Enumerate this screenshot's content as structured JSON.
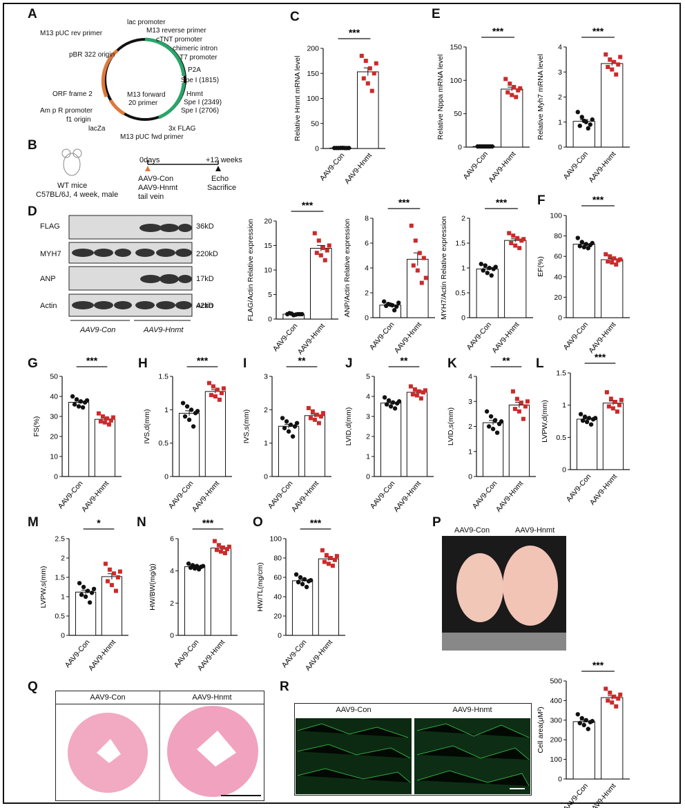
{
  "panels": {
    "A": "A",
    "B": "B",
    "C": "C",
    "D": "D",
    "E": "E",
    "F": "F",
    "G": "G",
    "H": "H",
    "I": "I",
    "J": "J",
    "K": "K",
    "L": "L",
    "M": "M",
    "N": "N",
    "O": "O",
    "P": "P",
    "Q": "Q",
    "R": "R"
  },
  "plasmid": {
    "labels": [
      "lac promoter",
      "M13 pUC rev primer",
      "M13 reverse primer",
      "cTNT promoter",
      "chimeric intron",
      "pBR 322 origin",
      "T7 promoter",
      "P2A",
      "Spe I (1815)",
      "Hnmt",
      "Spe I (2349)",
      "Spe I (2706)",
      "M13 forward",
      "20 primer",
      "ORF frame 2",
      "Am p R promoter",
      "f1 origin",
      "lacZa",
      "3x FLAG",
      "M13 pUC fwd primer"
    ]
  },
  "timeline": {
    "mouse_line1": "WT mice",
    "mouse_line2": "C57BL/6J, 4 week, male",
    "start": "0days",
    "end": "+12 weeks",
    "inj1": "AAV9-Con",
    "inj2": "AAV9-Hnmt",
    "inj3": "tail vein",
    "end1": "Echo",
    "end2": "Sacrifice"
  },
  "blot": {
    "rows": [
      {
        "name": "FLAG",
        "size": "36kD"
      },
      {
        "name": "MYH7",
        "size": "220kD"
      },
      {
        "name": "ANP",
        "size": "17kD"
      },
      {
        "name": "Actin",
        "size": "42kD"
      }
    ],
    "group1": "AAV9-Con",
    "group2": "AAV9-Hnmt"
  },
  "heart": {
    "con": "AAV9-Con",
    "hnmt": "AAV9-Hnmt"
  },
  "histo": {
    "con": "AAV9-Con",
    "hnmt": "AAV9-Hnmt"
  },
  "micro": {
    "con": "AAV9-Con",
    "hnmt": "AAV9-Hnmt"
  },
  "colors": {
    "con": "#111111",
    "hnmt": "#cc2a2a"
  },
  "chart_data": [
    {
      "id": "C",
      "type": "scatter",
      "categories": [
        "AAV9-Con",
        "AAV9-Hnmt"
      ],
      "ylabel": "Relative Hnmt mRNA level",
      "ylim": [
        0,
        200
      ],
      "ticks": [
        0,
        50,
        100,
        150,
        200
      ],
      "sig": "***",
      "series": [
        {
          "values": [
            1,
            1,
            1.2,
            0.8,
            1,
            1.1,
            0.9,
            1
          ]
        },
        {
          "values": [
            185,
            175,
            160,
            150,
            140,
            130,
            115,
            170
          ]
        }
      ]
    },
    {
      "id": "E1",
      "type": "scatter",
      "categories": [
        "AAV9-Con",
        "AAV9-Hnmt"
      ],
      "ylabel": "Relative Nppa mRNA level",
      "ylim": [
        0,
        150
      ],
      "ticks": [
        0,
        50,
        100,
        150
      ],
      "sig": "***",
      "series": [
        {
          "values": [
            1,
            1,
            1,
            1,
            1,
            1,
            1,
            1
          ]
        },
        {
          "values": [
            102,
            95,
            90,
            85,
            82,
            78,
            75,
            88
          ]
        }
      ]
    },
    {
      "id": "E2",
      "type": "scatter",
      "categories": [
        "AAV9-Con",
        "AAV9-Hnmt"
      ],
      "ylabel": "Relative Myh7 mRNA level",
      "ylim": [
        0,
        4
      ],
      "ticks": [
        0,
        1,
        2,
        3,
        4
      ],
      "sig": "***",
      "series": [
        {
          "values": [
            1.4,
            1.2,
            1.0,
            0.9,
            0.85,
            1.05,
            0.75,
            1.1
          ]
        },
        {
          "values": [
            3.7,
            3.5,
            3.4,
            3.3,
            3.2,
            3.1,
            2.9,
            3.6
          ]
        }
      ]
    },
    {
      "id": "D1",
      "type": "scatter",
      "categories": [
        "AAV9-Con",
        "AAV9-Hnmt"
      ],
      "ylabel": "FLAG/Actin Relative expression",
      "ylim": [
        0,
        20
      ],
      "ticks": [
        0,
        5,
        10,
        15,
        20
      ],
      "sig": "***",
      "series": [
        {
          "values": [
            1,
            1.1,
            0.9,
            1,
            1.2,
            0.8,
            1,
            1
          ]
        },
        {
          "values": [
            17.5,
            16,
            14.5,
            14,
            13.5,
            13,
            12,
            15
          ]
        }
      ]
    },
    {
      "id": "D2",
      "type": "scatter",
      "categories": [
        "AAV9-Con",
        "AAV9-Hnmt"
      ],
      "ylabel": "ANP/Actin Relative expression",
      "ylim": [
        0,
        8
      ],
      "ticks": [
        0,
        2,
        4,
        6,
        8
      ],
      "sig": "***",
      "series": [
        {
          "values": [
            1.3,
            1.1,
            1.0,
            0.9,
            0.95,
            1.05,
            0.6,
            1.2
          ]
        },
        {
          "values": [
            7.4,
            6.2,
            5.2,
            4.8,
            4.2,
            3.8,
            2.8,
            3.2
          ]
        }
      ]
    },
    {
      "id": "D3",
      "type": "scatter",
      "categories": [
        "AAV9-Con",
        "AAV9-Hnmt"
      ],
      "ylabel": "MYH7/Actin Relative expression",
      "ylim": [
        0,
        2.0
      ],
      "ticks": [
        0.0,
        0.5,
        1.0,
        1.5,
        2.0
      ],
      "sig": "***",
      "series": [
        {
          "values": [
            1.08,
            1.05,
            1.0,
            0.98,
            0.95,
            0.9,
            0.85,
            1.02
          ]
        },
        {
          "values": [
            1.7,
            1.65,
            1.6,
            1.55,
            1.5,
            1.45,
            1.4,
            1.58
          ]
        }
      ]
    },
    {
      "id": "F",
      "type": "scatter",
      "categories": [
        "AAV9-Con",
        "AAV9-Hnmt"
      ],
      "ylabel": "EF(%)",
      "ylim": [
        0,
        100
      ],
      "ticks": [
        0,
        20,
        40,
        60,
        80,
        100
      ],
      "sig": "***",
      "series": [
        {
          "values": [
            78,
            74,
            72,
            71,
            70,
            69,
            68,
            73
          ]
        },
        {
          "values": [
            62,
            60,
            58,
            56,
            55,
            54,
            52,
            57
          ]
        }
      ]
    },
    {
      "id": "G",
      "type": "scatter",
      "categories": [
        "AAV9-Con",
        "AAV9-Hnmt"
      ],
      "ylabel": "FS(%)",
      "ylim": [
        0,
        50
      ],
      "ticks": [
        0,
        10,
        20,
        30,
        40,
        50
      ],
      "sig": "***",
      "series": [
        {
          "values": [
            40,
            38.5,
            37.5,
            37,
            36,
            35,
            34.5,
            38
          ]
        },
        {
          "values": [
            31.5,
            30,
            29,
            28,
            27.5,
            27,
            26,
            29.5
          ]
        }
      ]
    },
    {
      "id": "H",
      "type": "scatter",
      "categories": [
        "AAV9-Con",
        "AAV9-Hnmt"
      ],
      "ylabel": "IVS,d(mm)",
      "ylim": [
        0,
        1.5
      ],
      "ticks": [
        0.0,
        0.5,
        1.0,
        1.5
      ],
      "sig": "***",
      "series": [
        {
          "values": [
            1.1,
            1.05,
            1.0,
            0.95,
            0.9,
            0.85,
            0.75,
            0.98
          ]
        },
        {
          "values": [
            1.4,
            1.35,
            1.3,
            1.25,
            1.22,
            1.2,
            1.15,
            1.32
          ]
        }
      ]
    },
    {
      "id": "I",
      "type": "scatter",
      "categories": [
        "AAV9-Con",
        "AAV9-Hnmt"
      ],
      "ylabel": "IVS,s(mm)",
      "ylim": [
        0,
        3
      ],
      "ticks": [
        0,
        1,
        2,
        3
      ],
      "sig": "**",
      "series": [
        {
          "values": [
            1.75,
            1.65,
            1.55,
            1.5,
            1.45,
            1.35,
            1.2,
            1.6
          ]
        },
        {
          "values": [
            2.05,
            1.95,
            1.85,
            1.8,
            1.75,
            1.7,
            1.6,
            1.9
          ]
        }
      ]
    },
    {
      "id": "J",
      "type": "scatter",
      "categories": [
        "AAV9-Con",
        "AAV9-Hnmt"
      ],
      "ylabel": "LVID,d(mm)",
      "ylim": [
        0,
        5
      ],
      "ticks": [
        0,
        1,
        2,
        3,
        4,
        5
      ],
      "sig": "**",
      "series": [
        {
          "values": [
            3.95,
            3.8,
            3.7,
            3.65,
            3.6,
            3.5,
            3.4,
            3.75
          ]
        },
        {
          "values": [
            4.5,
            4.35,
            4.25,
            4.2,
            4.1,
            4.05,
            3.9,
            4.3
          ]
        }
      ]
    },
    {
      "id": "K",
      "type": "scatter",
      "categories": [
        "AAV9-Con",
        "AAV9-Hnmt"
      ],
      "ylabel": "LVID,s(mm)",
      "ylim": [
        0,
        4
      ],
      "ticks": [
        0,
        1,
        2,
        3,
        4
      ],
      "sig": "**",
      "series": [
        {
          "values": [
            2.6,
            2.4,
            2.25,
            2.1,
            2.0,
            1.9,
            1.75,
            2.2
          ]
        },
        {
          "values": [
            3.4,
            3.1,
            2.95,
            2.8,
            2.7,
            2.6,
            2.3,
            3.0
          ]
        }
      ]
    },
    {
      "id": "L",
      "type": "scatter",
      "categories": [
        "AAV9-Con",
        "AAV9-Hnmt"
      ],
      "ylabel": "LVPW,d(mm)",
      "ylim": [
        0,
        1.5
      ],
      "ticks": [
        0.0,
        0.5,
        1.0,
        1.5
      ],
      "sig": "***",
      "series": [
        {
          "values": [
            0.86,
            0.82,
            0.8,
            0.78,
            0.76,
            0.74,
            0.7,
            0.8
          ]
        },
        {
          "values": [
            1.2,
            1.1,
            1.05,
            1.0,
            0.98,
            0.95,
            0.9,
            1.08
          ]
        }
      ]
    },
    {
      "id": "M",
      "type": "scatter",
      "categories": [
        "AAV9-Con",
        "AAV9-Hnmt"
      ],
      "ylabel": "LVPW,s(mm)",
      "ylim": [
        0,
        2.5
      ],
      "ticks": [
        0.0,
        0.5,
        1.0,
        1.5,
        2.0,
        2.5
      ],
      "sig": "*",
      "series": [
        {
          "values": [
            1.35,
            1.25,
            1.15,
            1.1,
            1.05,
            1.0,
            0.85,
            1.2
          ]
        },
        {
          "values": [
            1.85,
            1.7,
            1.6,
            1.5,
            1.4,
            1.3,
            1.15,
            1.65
          ]
        }
      ]
    },
    {
      "id": "N",
      "type": "scatter",
      "categories": [
        "AAV9-Con",
        "AAV9-Hnmt"
      ],
      "ylabel": "HW/BW(mg/g)",
      "ylim": [
        0,
        6
      ],
      "ticks": [
        0,
        2,
        4,
        6
      ],
      "sig": "***",
      "series": [
        {
          "values": [
            4.45,
            4.35,
            4.3,
            4.25,
            4.2,
            4.15,
            4.1,
            4.3
          ]
        },
        {
          "values": [
            5.85,
            5.6,
            5.45,
            5.35,
            5.3,
            5.2,
            5.1,
            5.5
          ]
        }
      ]
    },
    {
      "id": "O",
      "type": "scatter",
      "categories": [
        "AAV9-Con",
        "AAV9-Hnmt"
      ],
      "ylabel": "HW/TL(mg/cm)",
      "ylim": [
        0,
        100
      ],
      "ticks": [
        0,
        20,
        40,
        60,
        80,
        100
      ],
      "sig": "***",
      "series": [
        {
          "values": [
            63,
            60,
            58,
            56,
            55,
            53,
            50,
            57
          ]
        },
        {
          "values": [
            88,
            83,
            80,
            78,
            76,
            74,
            72,
            82
          ]
        }
      ]
    },
    {
      "id": "R",
      "type": "scatter",
      "categories": [
        "AAV9-Con",
        "AAV9-Hnmt"
      ],
      "ylabel": "Cell area(μM²)",
      "ylim": [
        0,
        500
      ],
      "ticks": [
        0,
        100,
        200,
        300,
        400,
        500
      ],
      "sig": "***",
      "series": [
        {
          "values": [
            330,
            310,
            300,
            290,
            285,
            275,
            255,
            295
          ]
        },
        {
          "values": [
            460,
            440,
            420,
            410,
            400,
            390,
            370,
            430
          ]
        }
      ]
    }
  ]
}
